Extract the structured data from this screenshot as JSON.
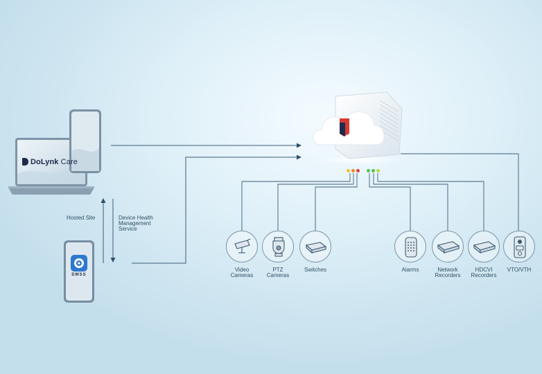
{
  "app": {
    "brand_name_bold": "DoLynk",
    "brand_name_regular": " Care",
    "mobile_app_name": "DMSS"
  },
  "connections": {
    "hosted_site": "Hosted Site",
    "device_health_service": "Device Health\nManagement\nService"
  },
  "devices": [
    {
      "label": "Video\nCameras",
      "icon": "cctv-camera-icon"
    },
    {
      "label": "PTZ\nCameras",
      "icon": "ptz-camera-icon"
    },
    {
      "label": "Switches",
      "icon": "switch-icon"
    },
    {
      "label": "Alarms",
      "icon": "alarm-panel-icon"
    },
    {
      "label": "Network\nRecorders",
      "icon": "nvr-icon"
    },
    {
      "label": "HDCVI\nRecorders",
      "icon": "dvr-icon"
    },
    {
      "label": "VTO/VTH",
      "icon": "door-station-icon"
    }
  ],
  "colors": {
    "line": "#3a5d77",
    "brand_red": "#d63a35",
    "brand_dark": "#1f2b4a",
    "led_yellow": "#f2c230",
    "led_orange": "#ef8a2b",
    "led_red": "#e0403a",
    "led_green": "#5cc24a",
    "led_lime": "#b6d94a"
  }
}
